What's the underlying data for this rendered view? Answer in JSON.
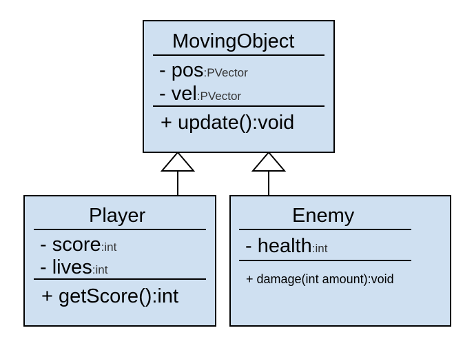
{
  "moving_object": {
    "name": "MovingObject",
    "attributes": [
      {
        "name": "- pos",
        "type": ":PVector"
      },
      {
        "name": "- vel",
        "type": ":PVector"
      }
    ],
    "methods": [
      "+ update():void"
    ]
  },
  "player": {
    "name": "Player",
    "attributes": [
      {
        "name": "- score",
        "type": ":int"
      },
      {
        "name": "- lives",
        "type": ":int"
      }
    ],
    "methods": [
      "+ getScore():int"
    ]
  },
  "enemy": {
    "name": "Enemy",
    "attributes": [
      {
        "name": "- health",
        "type": ":int"
      }
    ],
    "methods": [
      "+ damage(int amount):void"
    ]
  },
  "colors": {
    "class_fill": "#cfe0f1",
    "stroke": "#000000"
  }
}
